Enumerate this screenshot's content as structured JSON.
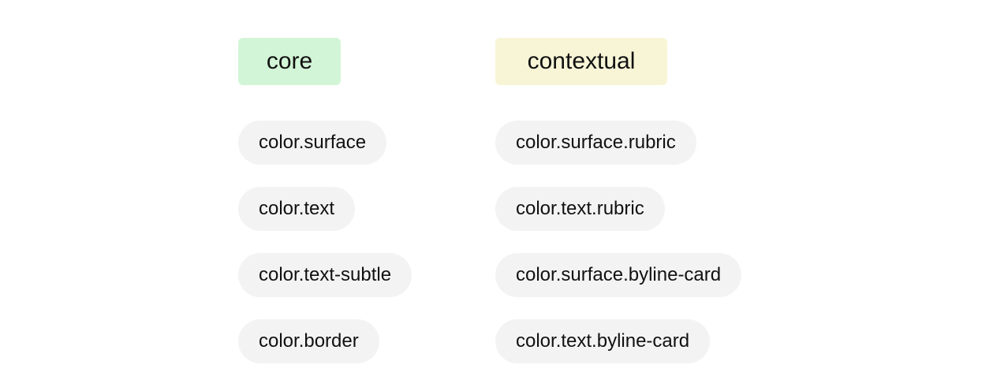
{
  "colors": {
    "core_tag_bg": "#d3f5d7",
    "contextual_tag_bg": "#f8f5d7",
    "token_bg": "#f3f3f3",
    "text": "#111111"
  },
  "core": {
    "title": "core",
    "tokens": [
      "color.surface",
      "color.text",
      "color.text-subtle",
      "color.border"
    ]
  },
  "contextual": {
    "title": "contextual",
    "tokens": [
      "color.surface.rubric",
      "color.text.rubric",
      "color.surface.byline-card",
      "color.text.byline-card"
    ]
  }
}
